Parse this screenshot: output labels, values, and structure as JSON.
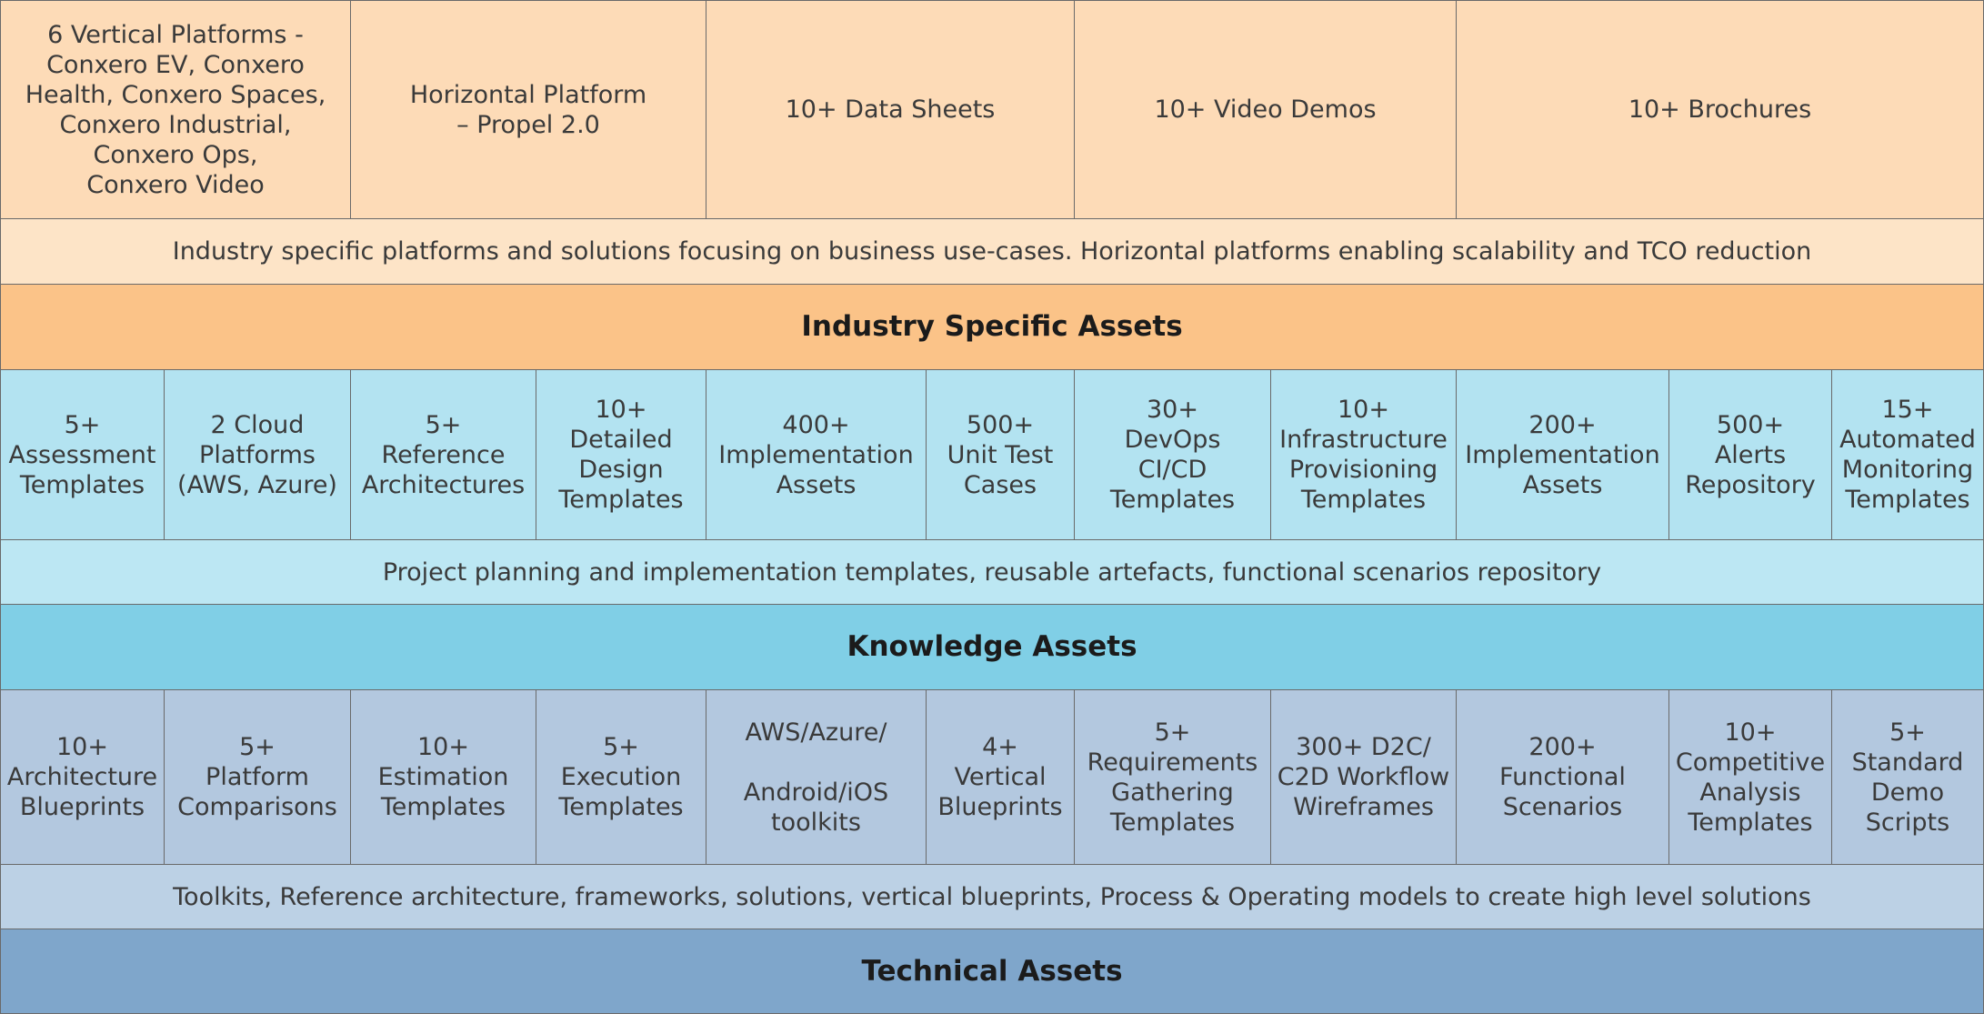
{
  "top_row": [
    "6 Vertical Platforms -\nConxero EV, Conxero\nHealth, Conxero Spaces,\nConxero Industrial,\nConxero Ops,\nConxero Video",
    "Horizontal Platform\n– Propel 2.0",
    "10+ Data Sheets",
    "10+ Video Demos",
    "10+ Brochures"
  ],
  "industry_band": "Industry specific platforms and solutions focusing on business use-cases. Horizontal platforms enabling scalability and TCO reduction",
  "industry_title": "Industry Specific Assets",
  "knowledge_row": [
    "5+\nAssessment\nTemplates",
    "2 Cloud\nPlatforms\n(AWS, Azure)",
    "5+\nReference\nArchitectures",
    "10+\nDetailed\nDesign\nTemplates",
    "400+\nImplementation\nAssets",
    "500+\nUnit Test\nCases",
    "30+\nDevOps\nCI/CD\nTemplates",
    "10+\nInfrastructure\nProvisioning\nTemplates",
    "200+\nImplementation\nAssets",
    "500+\nAlerts\nRepository",
    "15+\nAutomated\nMonitoring\nTemplates"
  ],
  "knowledge_band": "Project planning and implementation templates, reusable artefacts, functional scenarios repository",
  "knowledge_title": "Knowledge Assets",
  "technical_row": [
    "10+\nArchitecture\nBlueprints",
    "5+\nPlatform\nComparisons",
    "10+\nEstimation\nTemplates",
    "5+\nExecution\nTemplates",
    "AWS/Azure/\n\nAndroid/iOS\ntoolkits",
    "4+\nVertical\nBlueprints",
    "5+\nRequirements\nGathering\nTemplates",
    "300+ D2C/\nC2D Workflow\nWireframes",
    "200+\nFunctional\nScenarios",
    "10+\nCompetitive\nAnalysis\nTemplates",
    "5+\nStandard\nDemo\nScripts"
  ],
  "technical_band": "Toolkits, Reference architecture, frameworks, solutions, vertical blueprints, Process & Operating models to create high level solutions",
  "technical_title": "Technical Assets",
  "colors": {
    "orange_light": "#fddbb7",
    "orange_head": "#fbc388",
    "blue_light": "#b3e3f1",
    "blue_head": "#80cfe6",
    "steel_light": "#b3c8df",
    "steel_head": "#7fa6cb"
  }
}
